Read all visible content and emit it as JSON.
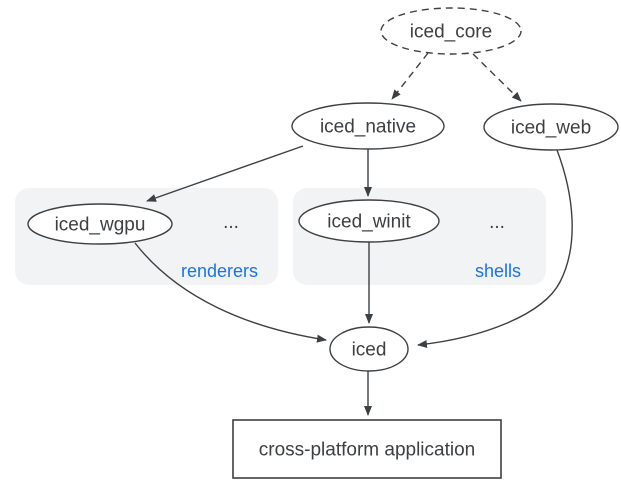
{
  "diagram": {
    "nodes": {
      "core": {
        "label": "iced_core",
        "shape": "ellipse",
        "border": "dashed"
      },
      "native": {
        "label": "iced_native",
        "shape": "ellipse",
        "border": "solid"
      },
      "web": {
        "label": "iced_web",
        "shape": "ellipse",
        "border": "solid"
      },
      "wgpu": {
        "label": "iced_wgpu",
        "shape": "ellipse",
        "border": "solid"
      },
      "winit": {
        "label": "iced_winit",
        "shape": "ellipse",
        "border": "solid"
      },
      "iced": {
        "label": "iced",
        "shape": "ellipse",
        "border": "solid"
      },
      "app": {
        "label": "cross-platform application",
        "shape": "rect",
        "border": "solid"
      }
    },
    "groups": {
      "renderers": {
        "label": "renderers",
        "more": "..."
      },
      "shells": {
        "label": "shells",
        "more": "..."
      }
    },
    "edges": [
      {
        "from": "iced_core",
        "to": "iced_native",
        "style": "dashed"
      },
      {
        "from": "iced_core",
        "to": "iced_web",
        "style": "dashed"
      },
      {
        "from": "iced_native",
        "to": "iced_wgpu",
        "style": "solid"
      },
      {
        "from": "iced_native",
        "to": "iced_winit",
        "style": "solid"
      },
      {
        "from": "iced_wgpu",
        "to": "iced",
        "style": "solid"
      },
      {
        "from": "iced_winit",
        "to": "iced",
        "style": "solid"
      },
      {
        "from": "iced_web",
        "to": "iced",
        "style": "solid"
      },
      {
        "from": "iced",
        "to": "cross-platform application",
        "style": "solid"
      }
    ]
  },
  "colors": {
    "stroke": "#3c4043",
    "text": "#3c4043",
    "group_fill": "#f1f3f4",
    "group_label_blue": "#1a73e8",
    "node_fill": "#ffffff",
    "background": "#ffffff"
  }
}
